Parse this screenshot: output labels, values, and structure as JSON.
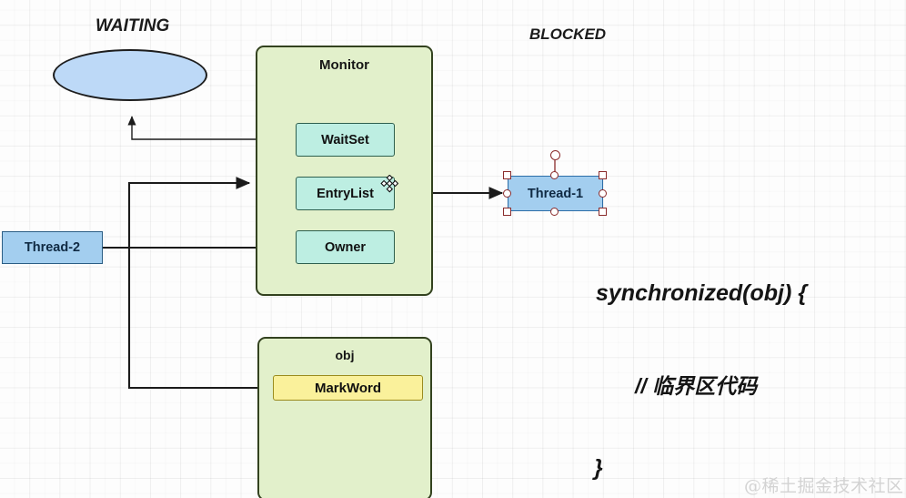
{
  "diagram": {
    "title": "Java Monitor / synchronized thread states",
    "states": {
      "waiting_label": "WAITING",
      "blocked_label": "BLOCKED"
    },
    "shapes": {
      "waiting_ellipse": {
        "label": ""
      },
      "monitor": {
        "title": "Monitor",
        "rows": [
          {
            "label": "WaitSet"
          },
          {
            "label": "EntryList"
          },
          {
            "label": "Owner"
          }
        ]
      },
      "obj": {
        "title": "obj",
        "rows": [
          {
            "label": "MarkWord"
          }
        ]
      },
      "thread1": {
        "label": "Thread-1",
        "selected": true
      },
      "thread2": {
        "label": "Thread-2",
        "selected": false
      }
    },
    "code": {
      "line1": "synchronized(obj) {",
      "line2": "// 临界区代码",
      "line3": "}"
    },
    "watermark": "@稀土掘金技术社区",
    "icons": {
      "move_cursor": "move-cursor-icon"
    },
    "colors": {
      "green_fill": "#e2f0cb",
      "green_stroke": "#33421f",
      "teal_fill": "#bdeee2",
      "teal_stroke": "#2e5f4e",
      "yellow_fill": "#faf19b",
      "yellow_stroke": "#9a8b1e",
      "blue_fill": "#a3ceef",
      "blue_stroke": "#2a5d84",
      "connector": "#1b1b1b",
      "handle_stroke": "#8a2b2b",
      "watermark": "#d3d3d3"
    }
  }
}
